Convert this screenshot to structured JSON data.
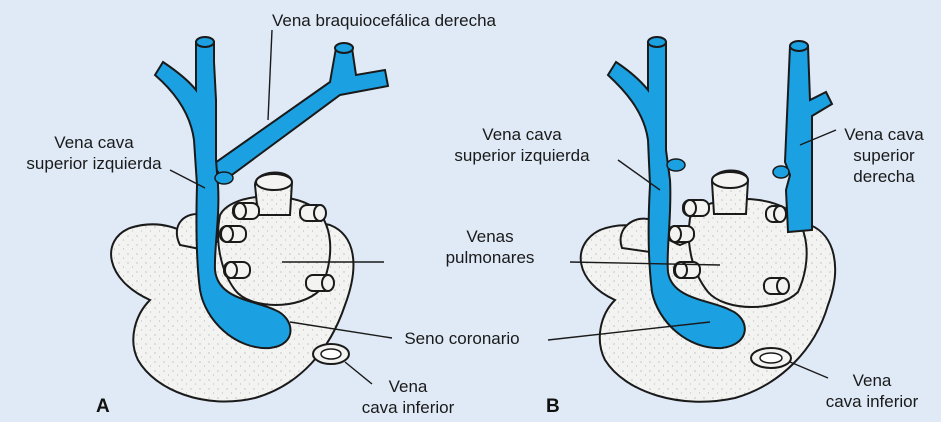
{
  "colors": {
    "background": "#dfeaf6",
    "vein": "#1ba1e2",
    "heart_fill": "#f3f3f1",
    "outline": "#1a1a1a"
  },
  "panels": [
    {
      "letter": "A",
      "labels": {
        "brachiocephalic_right": "Vena braquiocefálica derecha",
        "svc_left_line1": "Vena cava",
        "svc_left_line2": "superior izquierda",
        "coronary_sinus": "Seno coronario",
        "ivc_line1": "Vena",
        "ivc_line2": "cava inferior"
      }
    },
    {
      "letter": "B",
      "labels": {
        "svc_left_line1": "Vena cava",
        "svc_left_line2": "superior izquierda",
        "svc_right_line1": "Vena cava",
        "svc_right_line2": "superior",
        "svc_right_line3": "derecha",
        "ivc_line1": "Vena",
        "ivc_line2": "cava inferior"
      }
    }
  ],
  "shared_labels": {
    "pulmonary_veins_line1": "Venas",
    "pulmonary_veins_line2": "pulmonares"
  }
}
